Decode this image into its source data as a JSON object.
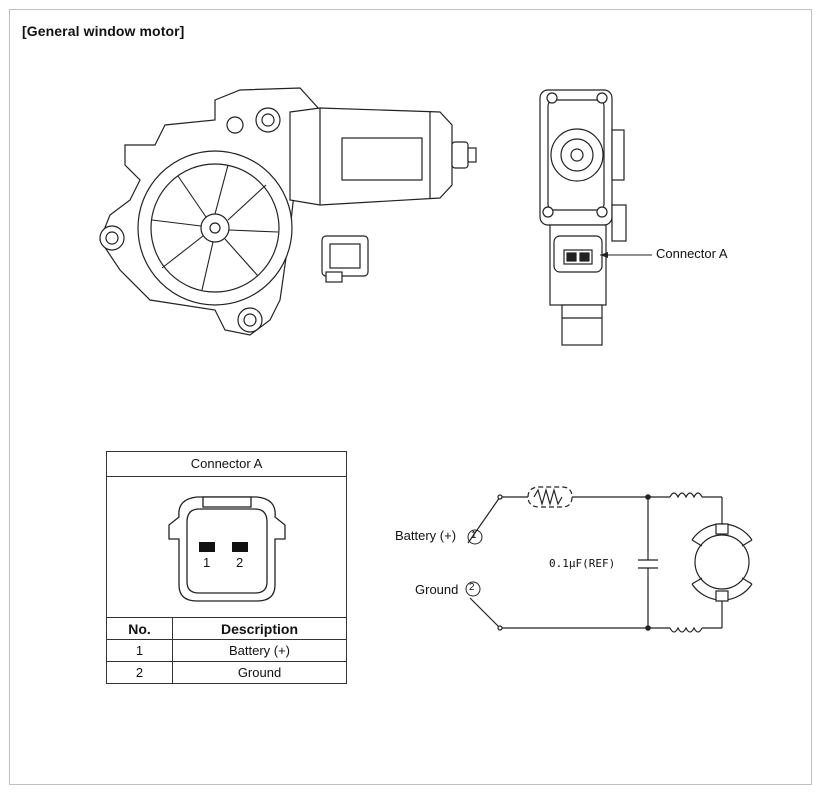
{
  "title": "[General window motor]",
  "callout_connector": "Connector A",
  "table": {
    "title": "Connector A",
    "pin_labels": [
      "1",
      "2"
    ],
    "headers": [
      "No.",
      "Description"
    ],
    "rows": [
      {
        "no": "1",
        "description": "Battery (+)"
      },
      {
        "no": "2",
        "description": "Ground"
      }
    ]
  },
  "circuit": {
    "battery_label": "Battery (+)",
    "battery_pin": "1",
    "ground_label": "Ground",
    "ground_pin": "2",
    "capacitor_label": "0.1μF(REF)"
  }
}
